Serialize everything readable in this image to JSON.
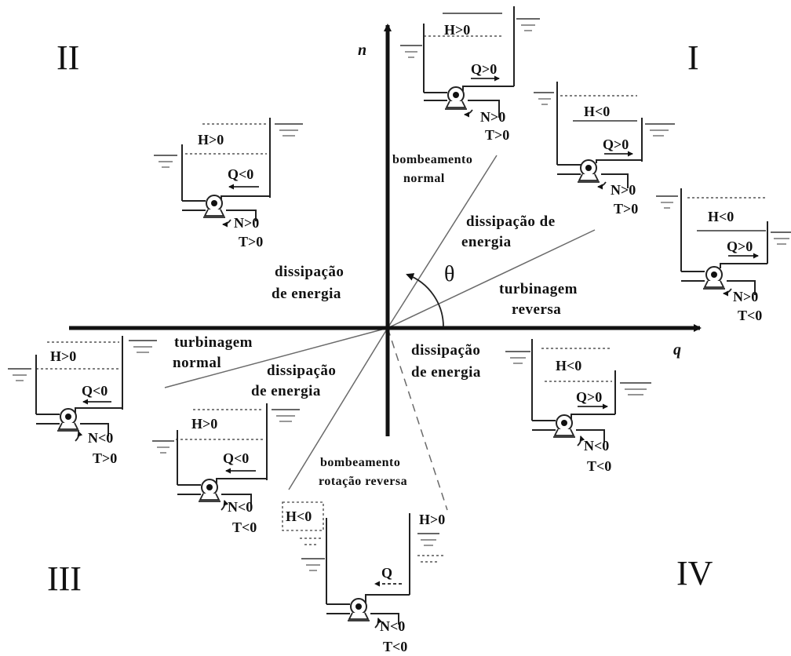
{
  "quadrants": {
    "I": "I",
    "II": "II",
    "III": "III",
    "IV": "IV"
  },
  "axes": {
    "vertical": "n",
    "horizontal": "q",
    "angle": "θ"
  },
  "regions": {
    "normal_pumping": [
      "bombeamento",
      "normal"
    ],
    "dissipation_q1": [
      "dissipação de",
      "energia"
    ],
    "reverse_turbine": [
      "turbinagem",
      "reversa"
    ],
    "dissipation_q2": [
      "dissipação",
      "de energia"
    ],
    "normal_turbine": [
      "turbinagem",
      "normal"
    ],
    "dissipation_q3": [
      "dissipação",
      "de energia"
    ],
    "dissipation_q4": [
      "dissipação",
      "de energia"
    ],
    "reverse_rotation_pumping": [
      "bombeamento",
      "rotação reversa"
    ]
  },
  "schematics": [
    {
      "id": "top-center",
      "H": "H>0",
      "Q": "Q>0",
      "N": "N>0",
      "T": "T>0"
    },
    {
      "id": "right-upper",
      "H": "H<0",
      "Q": "Q>0",
      "N": "N>0",
      "T": "T>0"
    },
    {
      "id": "far-right",
      "H": "H<0",
      "Q": "Q>0",
      "N": "N>0",
      "T": "T<0"
    },
    {
      "id": "upper-left",
      "H": "H>0",
      "Q": "Q<0",
      "N": "N>0",
      "T": "T>0"
    },
    {
      "id": "far-left",
      "H": "H>0",
      "Q": "Q<0",
      "N": "N<0",
      "T": "T>0"
    },
    {
      "id": "lower-left",
      "H": "H>0",
      "Q": "Q<0",
      "N": "N<0",
      "T": "T<0"
    },
    {
      "id": "lower-right",
      "H": "H<0",
      "Q": "Q>0",
      "N": "N<0",
      "T": "T<0"
    },
    {
      "id": "bottom-center",
      "H_left": "H<0",
      "H_right": "H>0",
      "Q": "Q",
      "N": "N<0",
      "T": "T<0"
    }
  ]
}
